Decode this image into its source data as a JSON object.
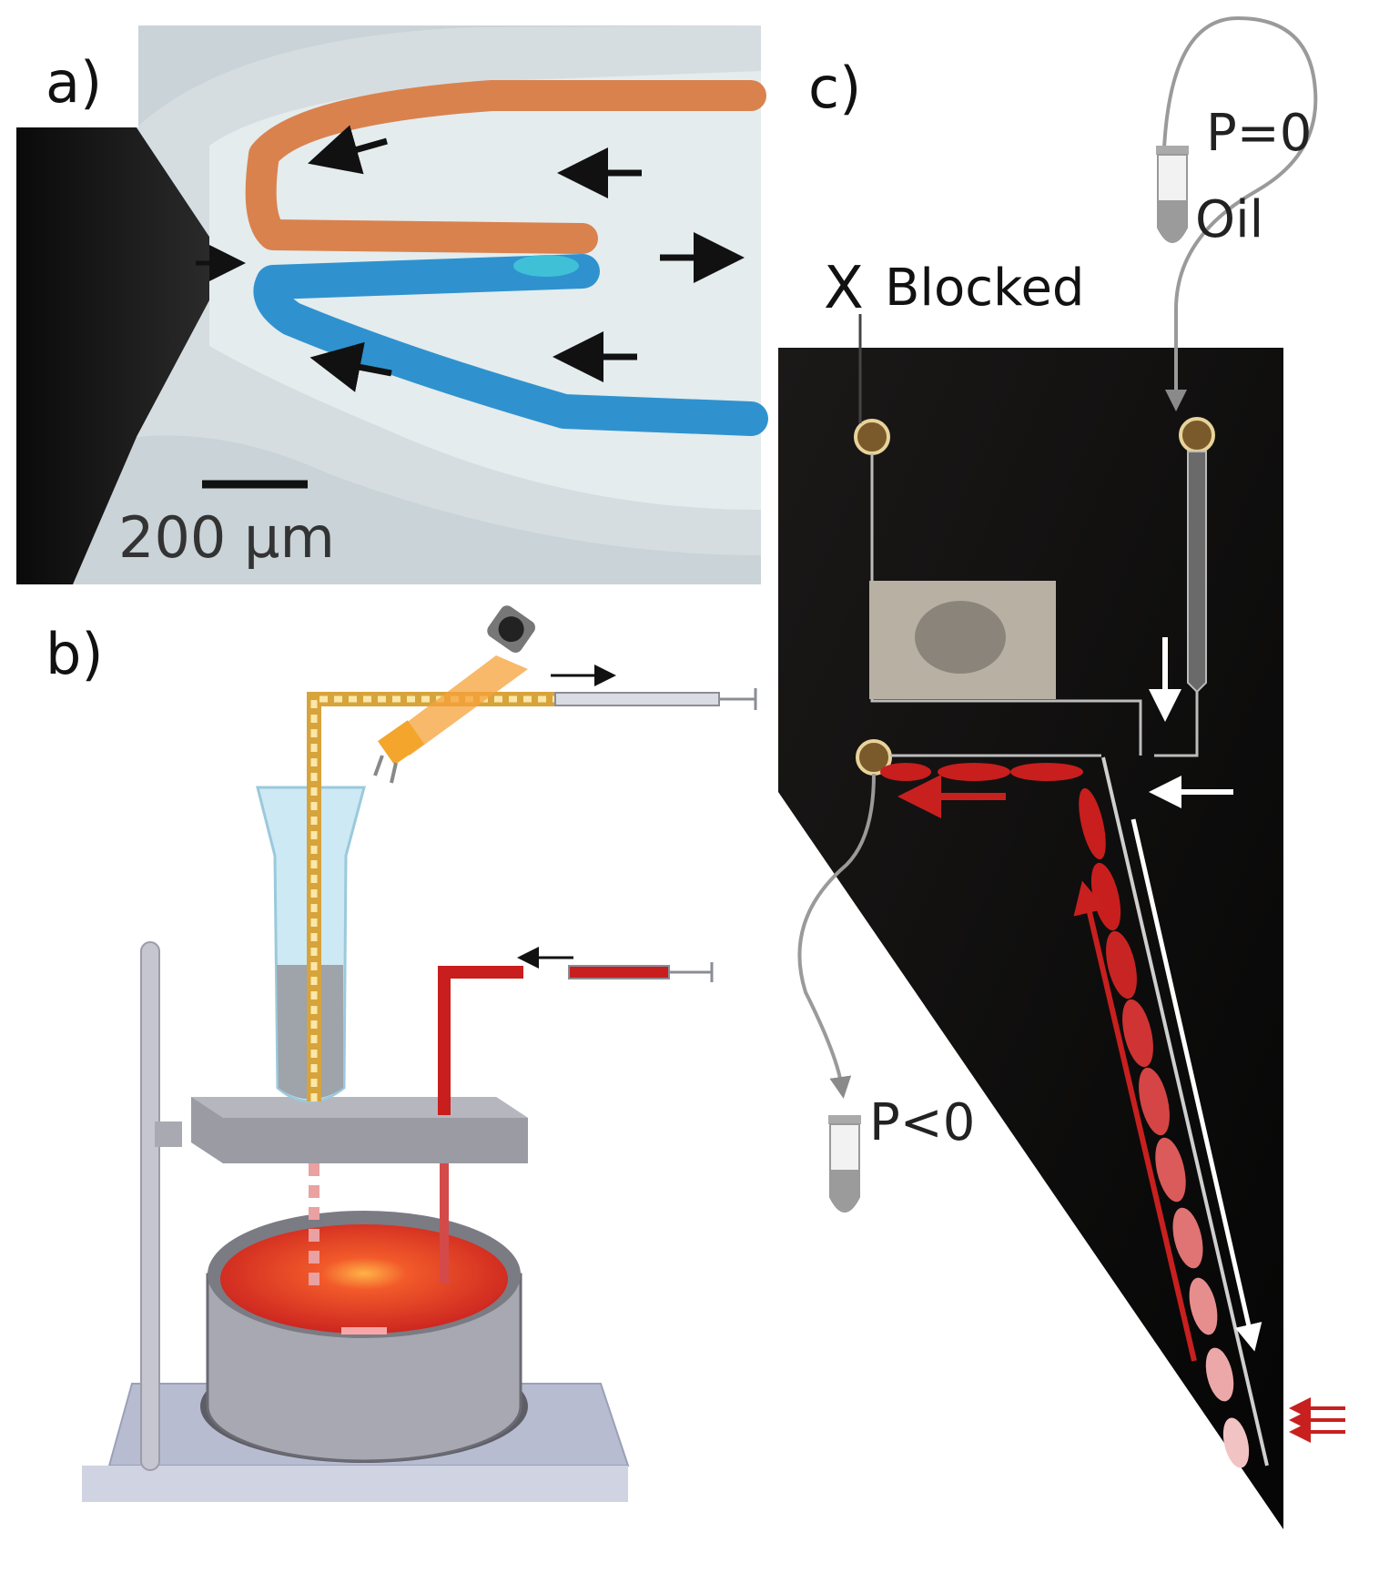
{
  "panels": {
    "a": {
      "label": "a)",
      "scale_bar": "200 µm"
    },
    "b": {
      "label": "b)"
    },
    "c": {
      "label": "c)",
      "blocked_mark": "X",
      "blocked_text": "Blocked",
      "oil_pressure": "P=0",
      "oil_label": "Oil",
      "outlet_pressure": "P<0"
    }
  },
  "colors": {
    "orange_channel": "#d9824e",
    "blue_channel": "#2f92cf",
    "red_liquid": "#c81e1e",
    "chip_background": "#0c0b0b",
    "tube_grey": "#9a9a9a"
  }
}
